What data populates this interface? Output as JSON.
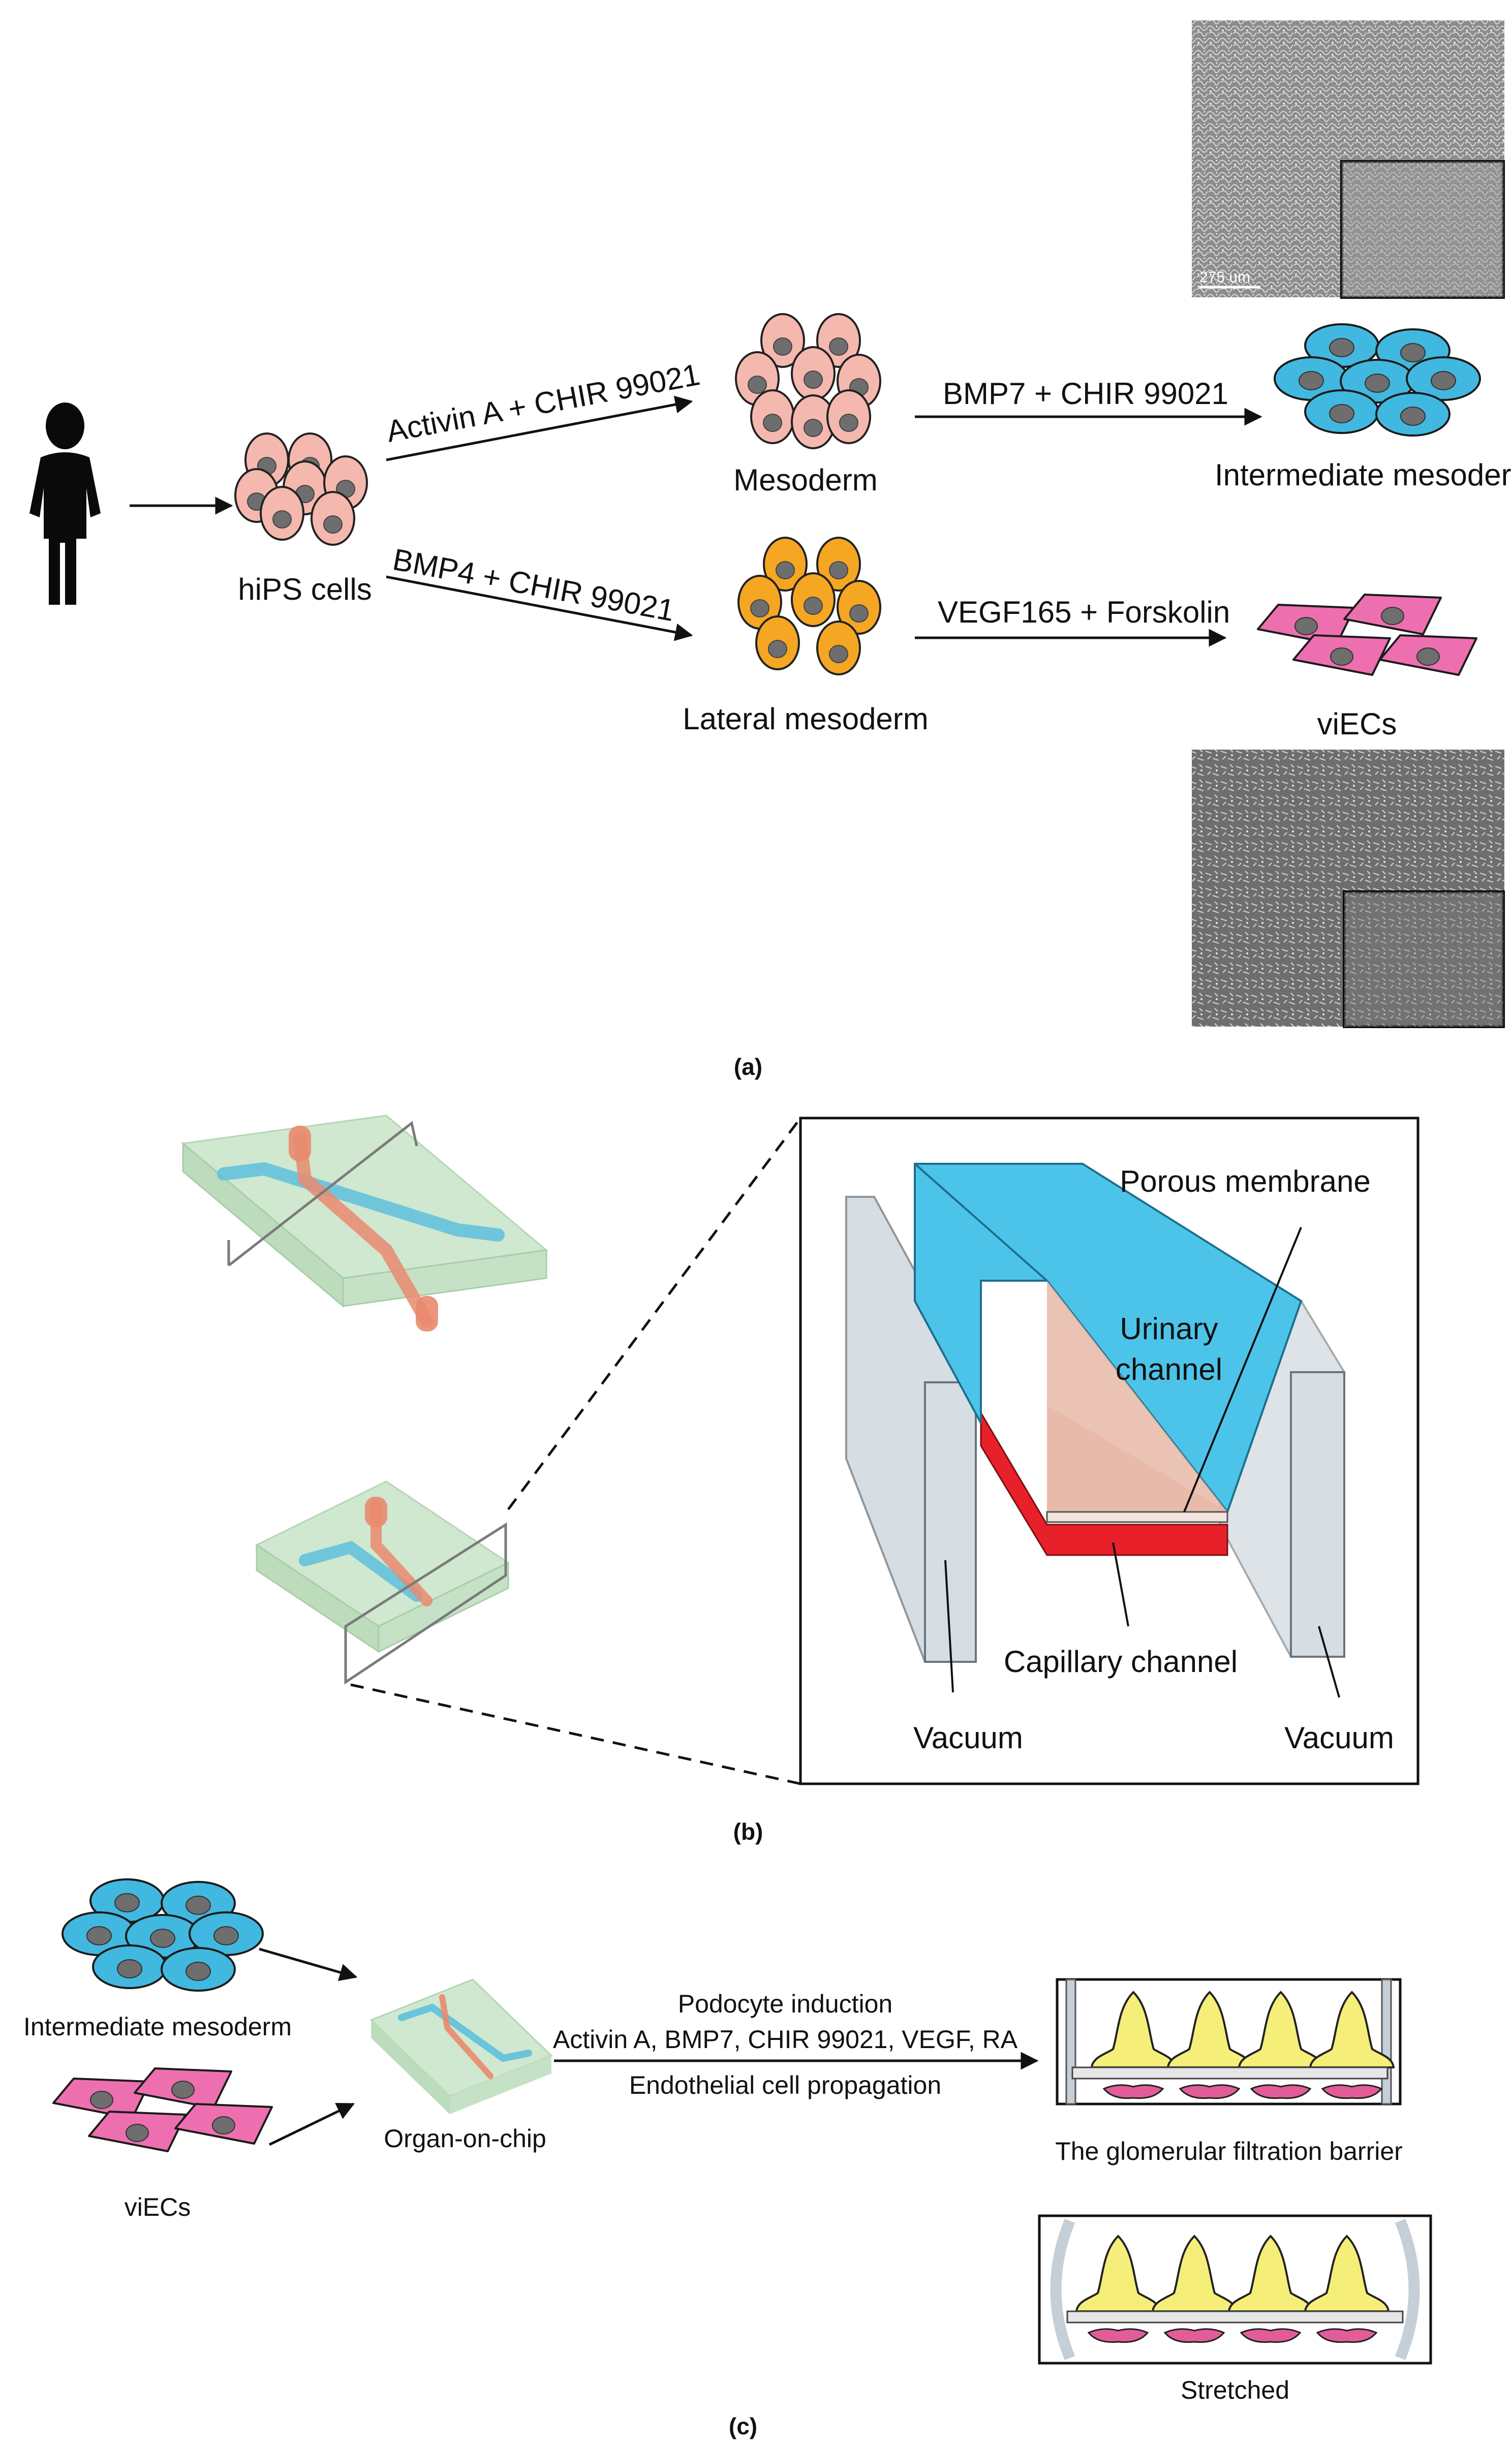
{
  "colors": {
    "ink": "#111111",
    "pink_cell": "#f5b8ae",
    "orange_cell": "#f5a623",
    "blue_cell": "#41b8e0",
    "magenta_cell": "#ee6fb0",
    "nucleus": "#6e6e6e",
    "urinary_channel": "#4cc4ea",
    "capillary_channel": "#e8202a",
    "capillary_fill": "#e8b8a8",
    "vacuum": "#c9d2da",
    "chip_body": "#cfe8cf",
    "podocyte": "#f5ef7a",
    "endothelial": "#e35c9a"
  },
  "panel_a": {
    "caption": "(a)",
    "person_icon": "person-silhouette-icon",
    "hips_label": "hiPS cells",
    "arrow_top_label": "Activin A + CHIR 99021",
    "arrow_bottom_label": "BMP4 + CHIR 99021",
    "mesoderm_label": "Mesoderm",
    "lateral_mesoderm_label": "Lateral mesoderm",
    "arrow_im_label": "BMP7 + CHIR 99021",
    "arrow_viec_label": "VEGF165 + Forskolin",
    "im_label": "Intermediate mesoderm",
    "viecs_label": "viECs",
    "scale_bar_label": "275 um"
  },
  "panel_b": {
    "caption": "(b)",
    "porous_membrane_label": "Porous membrane",
    "urinary_label_line1": "Urinary",
    "urinary_label_line2": "channel",
    "capillary_label": "Capillary channel",
    "vacuum_left_label": "Vacuum",
    "vacuum_right_label": "Vacuum"
  },
  "panel_c": {
    "caption": "(c)",
    "im_label": "Intermediate mesoderm",
    "viecs_label": "viECs",
    "chip_label": "Organ-on-chip",
    "induction_title": "Podocyte induction",
    "induction_factors": "Activin A, BMP7, CHIR 99021, VEGF, RA",
    "propagation_label": "Endothelial cell propagation",
    "gfb_label": "The glomerular filtration barrier",
    "stretched_label": "Stretched"
  }
}
